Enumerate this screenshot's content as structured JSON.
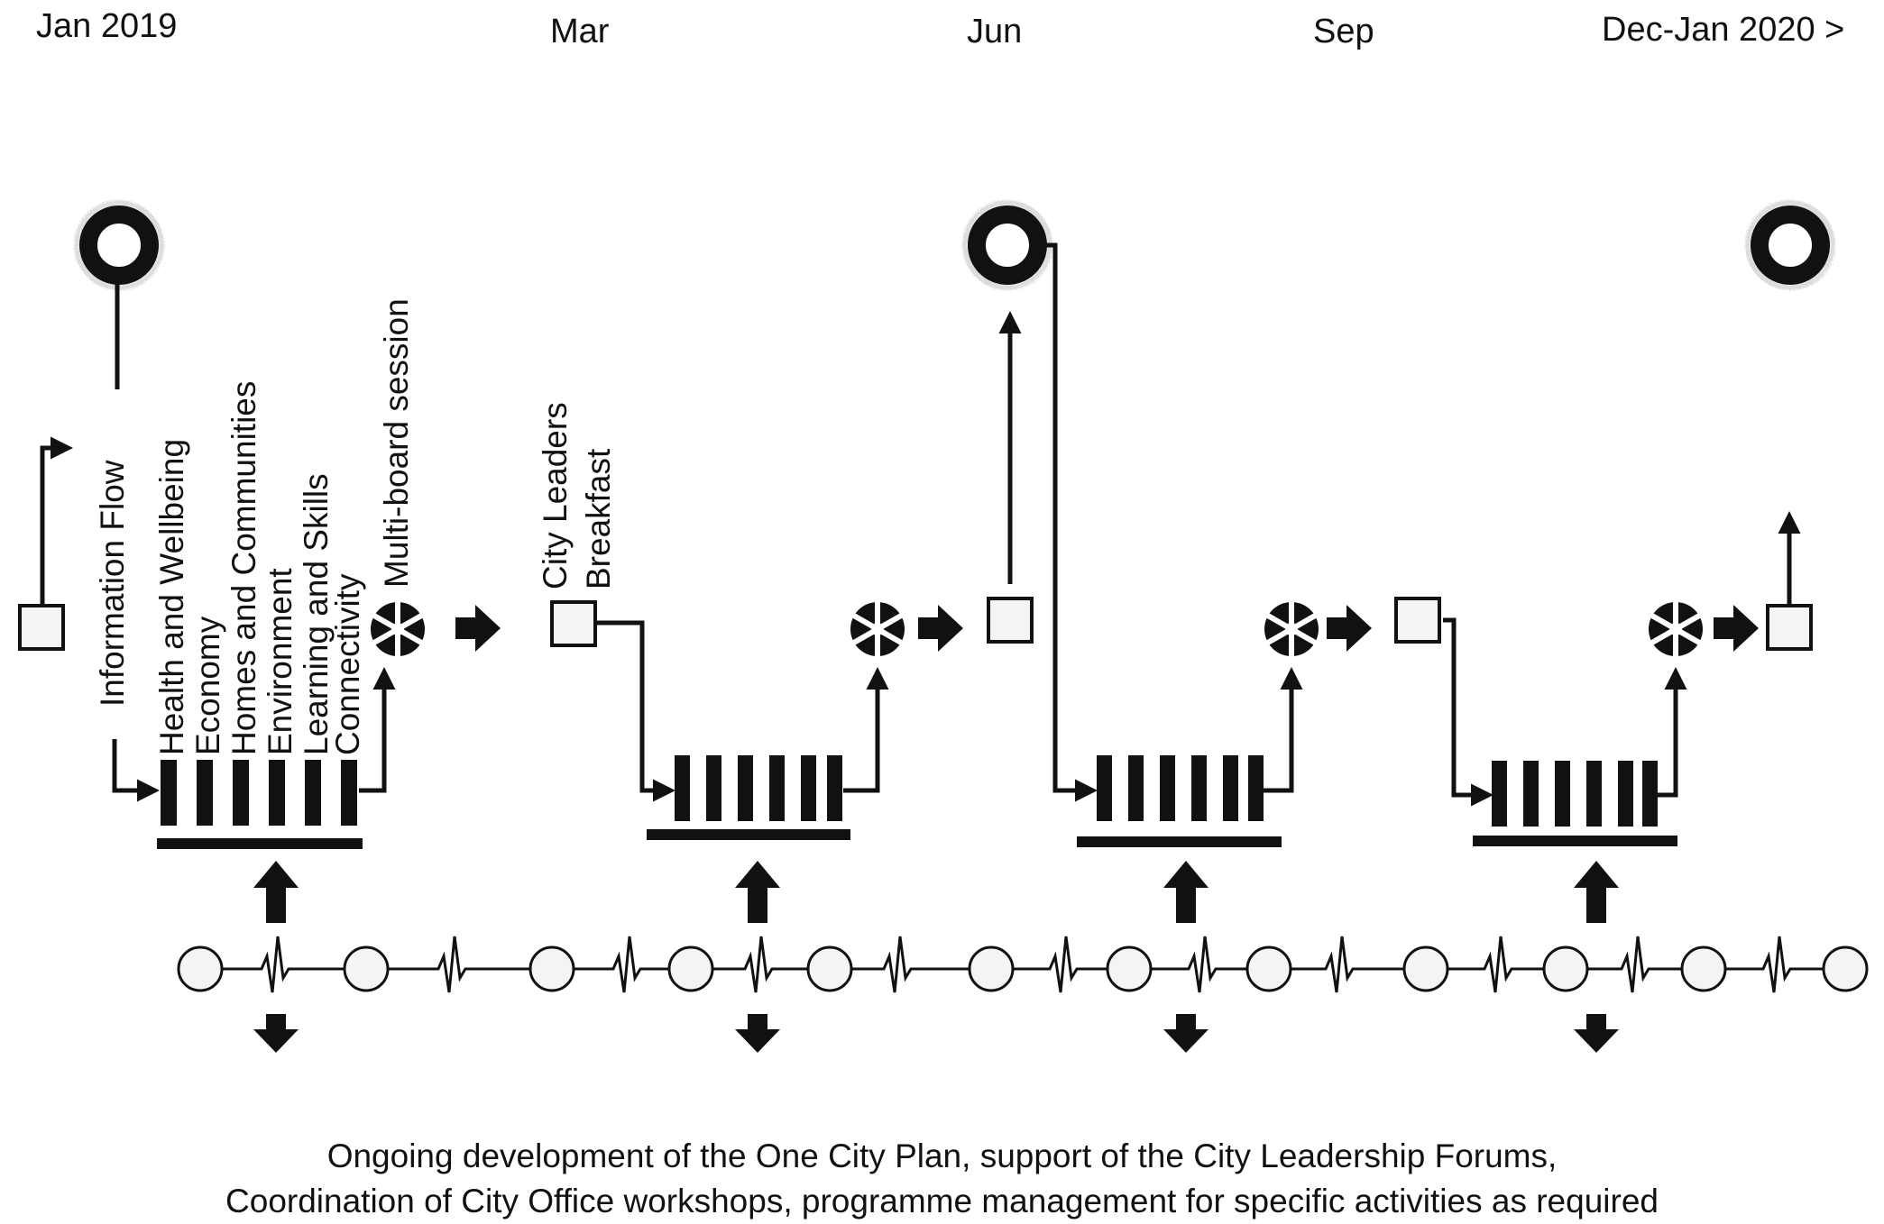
{
  "timeline": {
    "months": [
      "Jan 2019",
      "Mar",
      "Jun",
      "Sep",
      "Dec-Jan 2020 >"
    ]
  },
  "labels": {
    "information_flow": "Information Flow",
    "boards": [
      "Health and Wellbeing",
      "Economy",
      "Homes and Communities",
      "Environment",
      "Learning and Skills",
      "Connectivity"
    ],
    "multi_board_session": "Multi-board session",
    "city_leaders_line1": "City Leaders",
    "city_leaders_line2": "Breakfast"
  },
  "caption": {
    "line1": "Ongoing development of the One City Plan, support of the City Leadership Forums,",
    "line2": "Coordination of City Office workshops, programme management for specific activities as required"
  },
  "icons": {
    "major_event": "ring-icon",
    "input_box": "square-box-icon",
    "board_cluster": "vertical-bars-icon",
    "session": "asterisk-wheel-icon",
    "flow": "block-arrow-icon",
    "pulse": "heartbeat-line-icon"
  },
  "colors": {
    "ink": "#111111",
    "node_fill": "#f4f4f4",
    "background": "#ffffff"
  }
}
